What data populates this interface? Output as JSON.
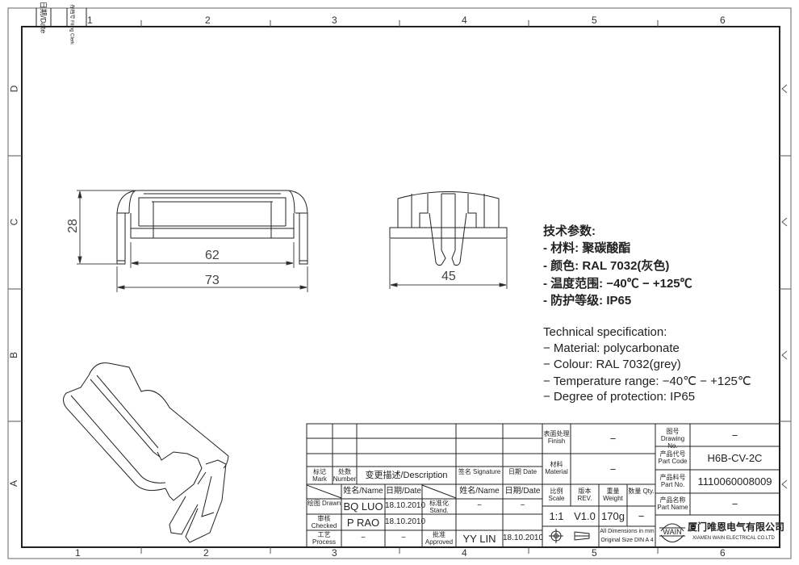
{
  "frame": {
    "zones_columns": [
      "1",
      "2",
      "3",
      "4",
      "5",
      "6"
    ],
    "zones_rows": [
      "D",
      "C",
      "B",
      "A"
    ],
    "filing_box": {
      "date_label": "日期/Date",
      "filing_label": "存档号 Filing Clerk"
    }
  },
  "dimensions": {
    "front_height": "28",
    "front_inner_width": "62",
    "front_outer_width": "73",
    "side_width": "45"
  },
  "specification": {
    "zh_title": "技术参数:",
    "zh_items": [
      "- 材料: 聚碳酸酯",
      "- 颜色: RAL 7032(灰色)",
      "- 温度范围: −40℃ − +125℃",
      "- 防护等级: IP65"
    ],
    "en_title": "Technical specification:",
    "en_items": [
      "− Material: polycarbonate",
      "− Colour: RAL 7032(grey)",
      "− Temperature range: −40℃ − +125℃",
      "− Degree of protection: IP65"
    ]
  },
  "revision_table": {
    "headers": {
      "mark": "标记 Mark",
      "number": "处数 Number",
      "description": "变更描述/Description",
      "signature": "签名 Signature",
      "date": "日期 Date"
    },
    "subheaders": {
      "name1": "姓名/Name",
      "date1": "日期/Date",
      "name2": "姓名/Name",
      "date2": "日期/Date"
    },
    "rows": [
      {
        "role": "绘图 Drawn",
        "name": "BQ LUO",
        "date": "18.10.2010",
        "role2": "标准化 Stand.",
        "name2": "−",
        "date2": "−"
      },
      {
        "role": "审核 Checked",
        "name": "P RAO",
        "date": "18.10.2010",
        "role2": "",
        "name2": "",
        "date2": ""
      },
      {
        "role": "工艺 Process",
        "name": "−",
        "date": "−",
        "role2": "批准 Approved",
        "name2": "YY LIN",
        "date2": "18.10.2010"
      }
    ]
  },
  "title_block": {
    "finish_label": "表面处理 Finish",
    "finish_value": "−",
    "material_label": "材料 Material",
    "material_value": "−",
    "scale_label": "比例 Scale",
    "scale_value": "1:1",
    "rev_label": "版本 REV.",
    "rev_value": "V1.0",
    "weight_label": "重量 Weight",
    "weight_value": "170g",
    "qty_label": "数量 Qty.",
    "qty_value": "−",
    "dimensions_note": "All Dimensions in mm",
    "original_size_note": "Original Size DIN A 4",
    "drawing_no_label": "图号 Drawing No.",
    "drawing_no_value": "−",
    "part_code_label": "产品代号 Part Code",
    "part_code_value": "H6B-CV-2C",
    "part_no_label": "产品料号 Part No.",
    "part_no_value": "1110060008009",
    "part_name_label": "产品名称 Part Name",
    "part_name_value": "−",
    "logo_text": "WAIN",
    "company_zh": "厦门唯恩电气有限公司",
    "company_en": "XIAMEN WAIN ELECTRICAL CO.LTD"
  },
  "colors": {
    "line": "#222222",
    "background": "#ffffff"
  }
}
